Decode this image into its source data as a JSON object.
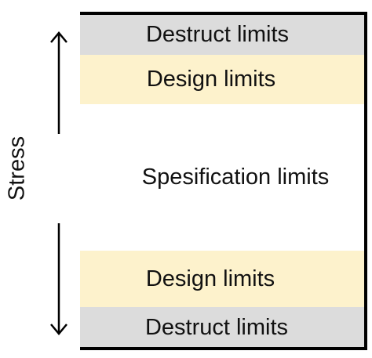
{
  "colors": {
    "destruct_band": "#dcdcdc",
    "design_band": "#fdf2cc",
    "spec_band": "#ffffff",
    "frame": "#000000",
    "text": "#111111"
  },
  "axis": {
    "label": "Stress",
    "arrow_up_icon": "arrow-up-icon",
    "arrow_down_icon": "arrow-down-icon"
  },
  "bands": [
    {
      "label": "Destruct limits",
      "color_key": "destruct_band"
    },
    {
      "label": "Design limits",
      "color_key": "design_band"
    },
    {
      "label": "Spesification limits",
      "color_key": "spec_band"
    },
    {
      "label": "Design limits",
      "color_key": "design_band"
    },
    {
      "label": "Destruct limits",
      "color_key": "destruct_band"
    }
  ]
}
